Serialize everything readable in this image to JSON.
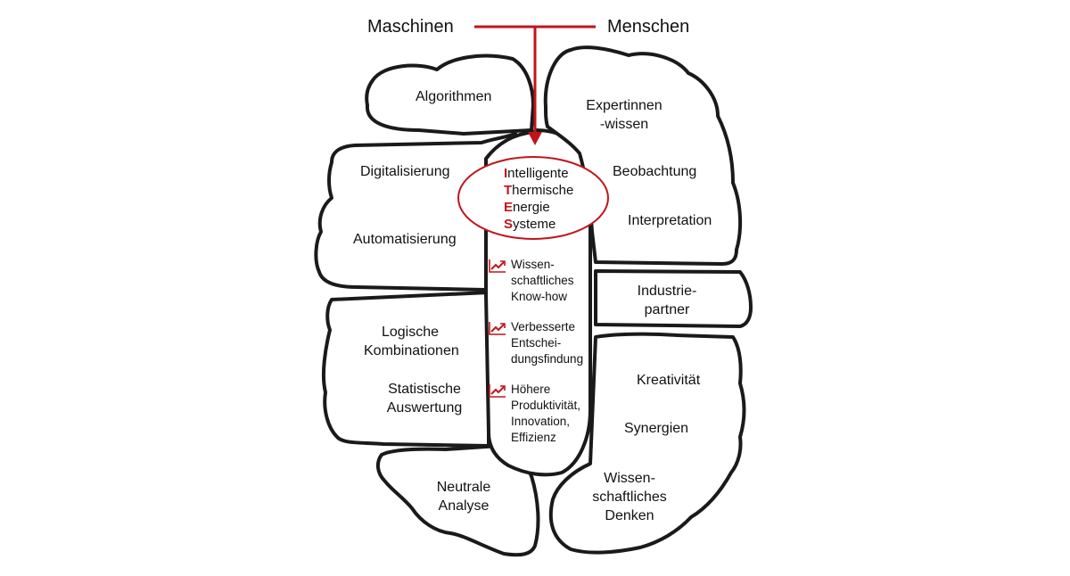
{
  "header": {
    "left": "Maschinen",
    "right": "Menschen"
  },
  "center_oval": {
    "lines": [
      {
        "initial": "I",
        "rest": "ntelligente"
      },
      {
        "initial": "T",
        "rest": "hermische"
      },
      {
        "initial": "E",
        "rest": "nergie"
      },
      {
        "initial": "S",
        "rest": "ysteme"
      }
    ]
  },
  "left_lobes": {
    "algorithmen": "Algorithmen",
    "digitalisierung": "Digitalisierung",
    "automatisierung": "Automatisierung",
    "logische": [
      "Logische",
      "Kombinationen"
    ],
    "statistische": [
      "Statistische",
      "Auswertung"
    ],
    "neutrale": [
      "Neutrale",
      "Analyse"
    ]
  },
  "right_lobes": {
    "expertinnen": [
      "Expertinnen",
      "-wissen"
    ],
    "beobachtung": "Beobachtung",
    "interpretation": "Interpretation",
    "industrie": [
      "Industrie-",
      "partner"
    ],
    "kreativitaet": "Kreativität",
    "synergien": "Synergien",
    "denken": [
      "Wissen-",
      "schaftliches",
      "Denken"
    ]
  },
  "benefits": [
    {
      "icon": "trend-up-icon",
      "lines": [
        "Wissen-",
        "schaftliches",
        "Know-how"
      ]
    },
    {
      "icon": "trend-up-icon",
      "lines": [
        "Verbesserte",
        "Entschei-",
        "dungsfindung"
      ]
    },
    {
      "icon": "trend-up-icon",
      "lines": [
        "Höhere",
        "Produktivität,",
        "Innovation,",
        "Effizienz"
      ]
    }
  ],
  "colors": {
    "accent": "#c0141b",
    "outline": "#1a1a1a",
    "background": "#ffffff"
  }
}
